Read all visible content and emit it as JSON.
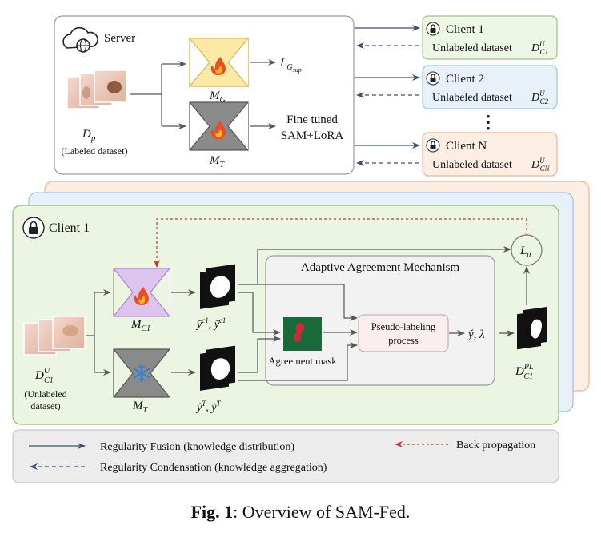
{
  "server": {
    "title": "Server",
    "dataset_symbol": "D",
    "dataset_sub": "p",
    "dataset_caption": "(Labeled dataset)",
    "model_g": "M",
    "model_g_sub": "G",
    "model_t": "M",
    "model_t_sub": "T",
    "loss": "L",
    "loss_sub": "G",
    "loss_subsub": "sup",
    "fine_tuned_line1": "Fine tuned",
    "fine_tuned_line2": "SAM+LoRA"
  },
  "clients_list": [
    {
      "name": "Client 1",
      "dataset_label": "Unlabeled dataset",
      "sym": "D",
      "sup": "U",
      "sub": "C1",
      "fill": "#eef6e6",
      "stroke": "#9cc27c"
    },
    {
      "name": "Client 2",
      "dataset_label": "Unlabeled dataset",
      "sym": "D",
      "sup": "U",
      "sub": "C2",
      "fill": "#e8f1fa",
      "stroke": "#9cc0e2"
    },
    {
      "name": "Client N",
      "dataset_label": "Unlabeled dataset",
      "sym": "D",
      "sup": "U",
      "sub": "CN",
      "fill": "#fdeee4",
      "stroke": "#efb38e"
    }
  ],
  "ellipsis": "⋮",
  "client_panel": {
    "title": "Client 1",
    "dataset_sym": "D",
    "dataset_sup": "U",
    "dataset_sub": "C1",
    "dataset_caption_line1": "(Unlabeled",
    "dataset_caption_line2": "dataset)",
    "model_c": "M",
    "model_c_sub": "C1",
    "model_t": "M",
    "model_t_sub": "T",
    "pred_c": "ŷ",
    "pred_c_sup": "c1",
    "pred_c_sep": ", ",
    "pred_c2": "ỹ",
    "pred_c2_sup": "c1",
    "pred_t": "ŷ",
    "pred_t_sup": "T",
    "pred_t_sep": ", ",
    "pred_t2": "ỹ",
    "pred_t2_sup": "T",
    "aam_title": "Adaptive Agreement  Mechanism",
    "agreement_mask": "Agreement mask",
    "pseudo_line1": "Pseudo-labeling",
    "pseudo_line2": "process",
    "y_lambda": "ý, λ",
    "loss_u": "L",
    "loss_u_sub": "u",
    "pl_sym": "D",
    "pl_sup": "PL",
    "pl_sub": "C1"
  },
  "legend": {
    "fusion": "Regularity Fusion (knowledge distribution)",
    "condensation": "Regularity Condensation (knowledge aggregation)",
    "backprop": "Back propagation"
  },
  "caption": {
    "bold": "Fig. 1",
    "rest": ": Overview of SAM-Fed."
  },
  "colors": {
    "server_fill": "#ffffff",
    "client_panel_fill": "#ecf4e2",
    "client_panel_stroke": "#8fbf72",
    "model_g_fill": "#fde9a6",
    "model_gray_fill": "#8a8a8a",
    "model_c_fill": "#dcc4ee",
    "flame": "#e94e1b",
    "snow": "#2d7fd8",
    "aam_fill": "#f2f2f2",
    "pseudo_fill": "#fbeeee",
    "mask_fill": "#1a6b3c",
    "backprop": "#d62e2e",
    "legend_fill": "#ececec"
  }
}
